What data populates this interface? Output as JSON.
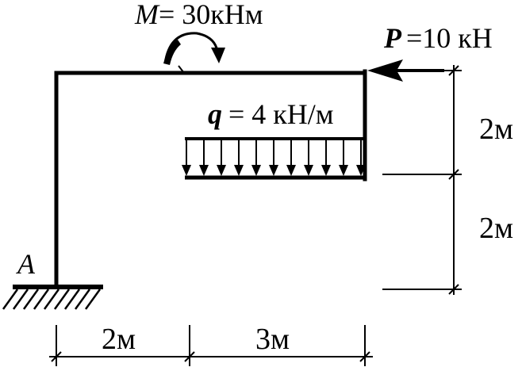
{
  "moment": {
    "symbol": "M",
    "value": "= 30кНм"
  },
  "force": {
    "symbol": "P",
    "value": "=10 кН"
  },
  "distributed_load": {
    "symbol": "q",
    "value": "= 4 кН/м"
  },
  "support": {
    "label": "A"
  },
  "vertical_dims": [
    "2м",
    "2м"
  ],
  "horizontal_dims": [
    "2м",
    "3м"
  ],
  "colors": {
    "ink": "#000000",
    "background": "#ffffff"
  }
}
